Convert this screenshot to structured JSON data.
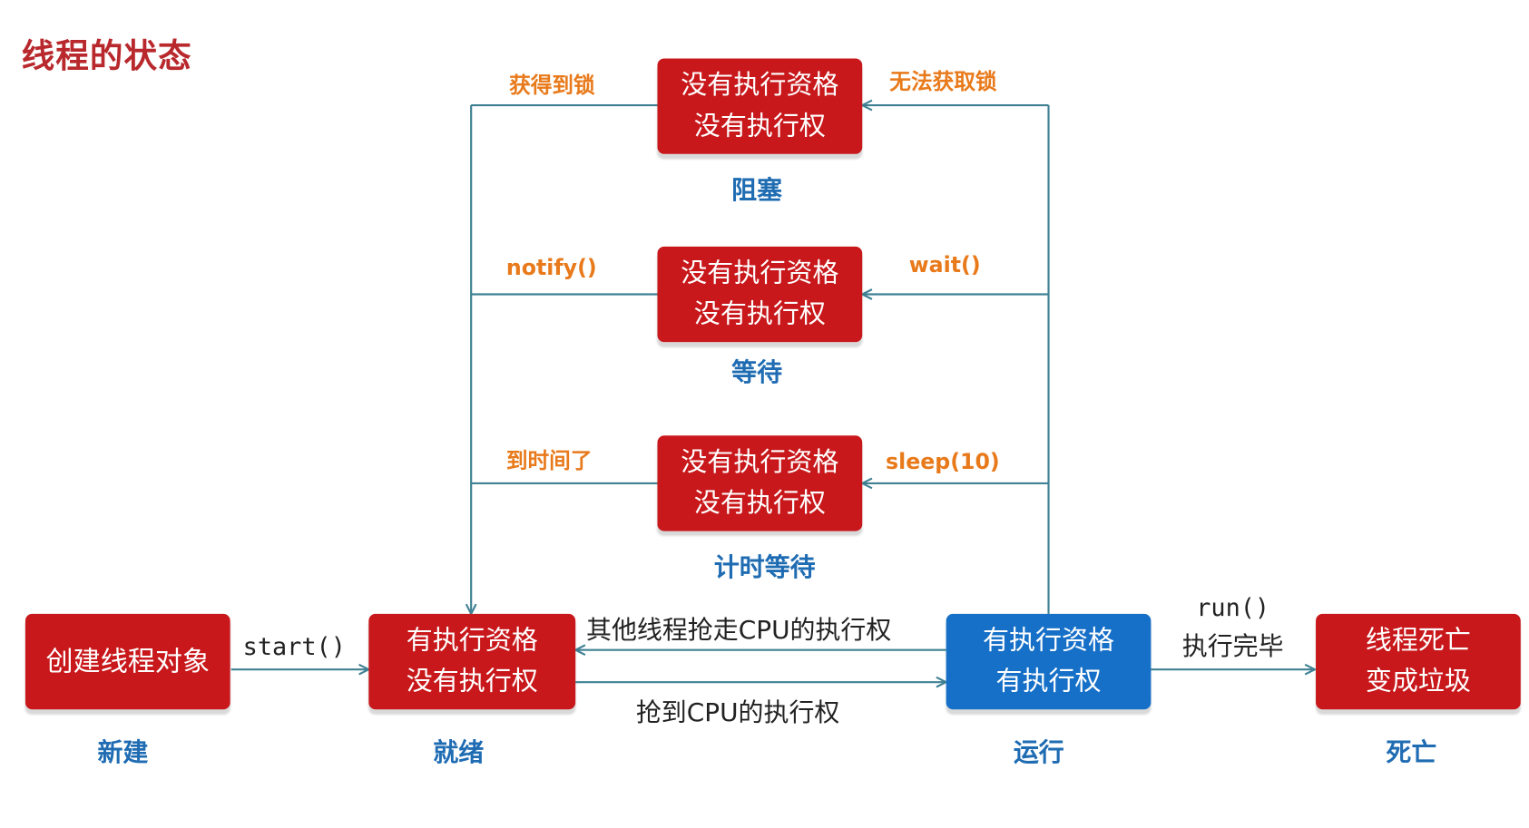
{
  "title": "线程的状态",
  "states": {
    "new": {
      "box_text": "创建线程对象",
      "label": "新建"
    },
    "runnable": {
      "line1": "有执行资格",
      "line2": "没有执行权",
      "label": "就绪"
    },
    "running": {
      "line1": "有执行资格",
      "line2": "有执行权",
      "label": "运行"
    },
    "terminated": {
      "line1": "线程死亡",
      "line2": "变成垃圾",
      "label": "死亡"
    },
    "blocked": {
      "line1": "没有执行资格",
      "line2": "没有执行权",
      "label": "阻塞"
    },
    "waiting": {
      "line1": "没有执行资格",
      "line2": "没有执行权",
      "label": "等待"
    },
    "timed_waiting": {
      "line1": "没有执行资格",
      "line2": "没有执行权",
      "label": "计时等待"
    }
  },
  "transitions": {
    "start": "start()",
    "acquire_lock": "获得到锁",
    "fail_lock": "无法获取锁",
    "notify": "notify()",
    "wait": "wait()",
    "time_up": "到时间了",
    "sleep": "sleep(10)",
    "preempted": "其他线程抢走CPU的执行权",
    "got_cpu": "抢到CPU的执行权",
    "run_line1": "run()",
    "run_line2": "执行完毕"
  },
  "colors": {
    "box_red": "#c8181b",
    "box_blue": "#1670c8",
    "line": "#3f8193",
    "title": "#b8282c",
    "label_blue": "#1f6cb3",
    "label_orange": "#e87a1b"
  }
}
